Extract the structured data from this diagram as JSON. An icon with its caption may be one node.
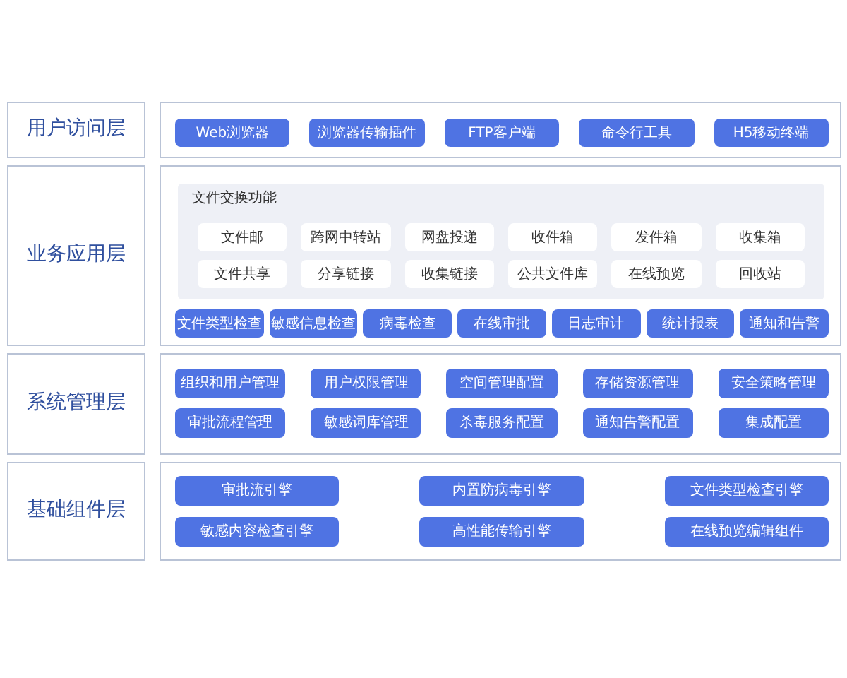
{
  "diagram": {
    "nodes": [
      {
        "text": [
          "用户访问层"
        ]
      },
      {
        "text": [],
        "shape": "box"
      },
      {
        "text": [
          "Web浏览器"
        ],
        "in": 1
      },
      {
        "text": [
          "浏览器传输插件"
        ],
        "in": 1
      },
      {
        "text": [
          "FTP客户端"
        ],
        "in": 1
      },
      {
        "text": [
          "命令行工具"
        ],
        "in": 1
      },
      {
        "text": [
          "H5移动终端"
        ],
        "in": 1
      },
      {
        "text": [
          "业务应用层"
        ]
      },
      {
        "text": [],
        "shape": "box"
      },
      {
        "text": [
          "文件交换功能"
        ],
        "in": 8
      },
      {
        "text": [
          "文件邮"
        ],
        "in": 9
      },
      {
        "text": [
          "跨网中转站"
        ],
        "in": 9
      },
      {
        "text": [
          "网盘投递"
        ],
        "in": 9
      },
      {
        "text": [
          "收件箱"
        ],
        "in": 9
      },
      {
        "text": [
          "发件箱"
        ],
        "in": 9
      },
      {
        "text": [
          "收集箱"
        ],
        "in": 9
      },
      {
        "text": [
          "文件共享"
        ],
        "in": 9
      },
      {
        "text": [
          "分享链接"
        ],
        "in": 9
      },
      {
        "text": [
          "收集链接"
        ],
        "in": 9
      },
      {
        "text": [
          "公共文件库"
        ],
        "in": 9
      },
      {
        "text": [
          "在线预览"
        ],
        "in": 9
      },
      {
        "text": [
          "回收站"
        ],
        "in": 9
      },
      {
        "text": [
          "文件类型检查"
        ],
        "in": 8
      },
      {
        "text": [
          "敏感信息检查"
        ],
        "in": 8
      },
      {
        "text": [
          "病毒检查"
        ],
        "in": 8
      },
      {
        "text": [
          "在线审批"
        ],
        "in": 8
      },
      {
        "text": [
          "日志审计"
        ],
        "in": 8
      },
      {
        "text": [
          "统计报表"
        ],
        "in": 8
      },
      {
        "text": [
          "通知和告警"
        ],
        "in": 8
      },
      {
        "text": [
          "系统管理层"
        ]
      },
      {
        "text": [],
        "shape": "box"
      },
      {
        "text": [
          "组织和用户管理"
        ],
        "in": 30
      },
      {
        "text": [
          "用户权限管理"
        ],
        "in": 30
      },
      {
        "text": [
          "空间管理配置"
        ],
        "in": 30
      },
      {
        "text": [
          "存储资源管理"
        ],
        "in": 30
      },
      {
        "text": [
          "安全策略管理"
        ],
        "in": 30
      },
      {
        "text": [
          "审批流程管理"
        ],
        "in": 30
      },
      {
        "text": [
          "敏感词库管理"
        ],
        "in": 30
      },
      {
        "text": [
          "杀毒服务配置"
        ],
        "in": 30
      },
      {
        "text": [
          "通知告警配置"
        ],
        "in": 30
      },
      {
        "text": [
          "集成配置"
        ],
        "in": 30
      },
      {
        "text": [
          "基础组件层"
        ]
      },
      {
        "text": [],
        "shape": "box"
      },
      {
        "text": [
          "审批流引擎"
        ],
        "in": 42
      },
      {
        "text": [
          "内置防病毒引擎"
        ],
        "in": 42
      },
      {
        "text": [
          "文件类型检查引擎"
        ],
        "in": 42
      },
      {
        "text": [
          "敏感内容检查引擎"
        ],
        "in": 42
      },
      {
        "text": [
          "高性能传输引擎"
        ],
        "in": 42
      },
      {
        "text": [
          "在线预览编辑组件"
        ],
        "in": 42
      }
    ]
  }
}
